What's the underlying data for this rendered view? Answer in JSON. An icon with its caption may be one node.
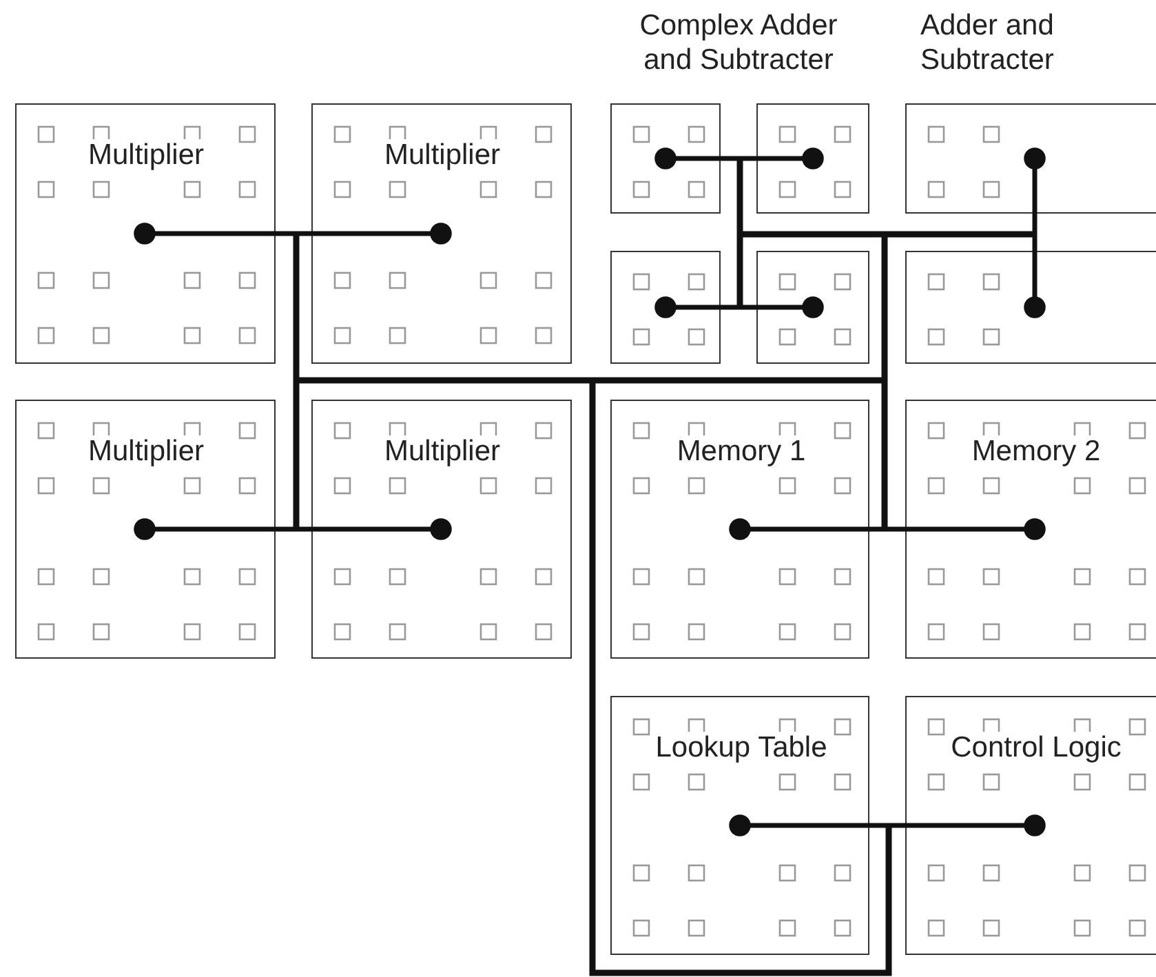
{
  "diagram": {
    "nodes": [
      {
        "text": [
          "Multiplier"
        ]
      },
      {
        "text": [
          "Multiplier"
        ]
      },
      {
        "text": [],
        "shape": "box"
      },
      {
        "text": [],
        "shape": "box"
      },
      {
        "text": [],
        "shape": "box"
      },
      {
        "text": [],
        "shape": "box"
      },
      {
        "text": [],
        "shape": "box"
      },
      {
        "text": [],
        "shape": "box"
      },
      {
        "text": [
          "Multiplier"
        ]
      },
      {
        "text": [
          "Multiplier"
        ]
      },
      {
        "text": [
          "Memory 1"
        ]
      },
      {
        "text": [
          "Memory 2"
        ]
      },
      {
        "text": [
          "Lookup Table"
        ]
      },
      {
        "text": [
          "Control Logic"
        ]
      }
    ],
    "edges": [
      {
        "from": 0,
        "to": 1,
        "arrow": "other"
      },
      {
        "from": 2,
        "to": 3,
        "arrow": "other"
      },
      {
        "from": 4,
        "to": 7,
        "arrow": "other"
      },
      {
        "from": 5,
        "to": 6,
        "arrow": "other"
      },
      {
        "from": 8,
        "to": 9,
        "arrow": "other"
      },
      {
        "from": 10,
        "to": 11,
        "arrow": "other"
      },
      {
        "from": 12,
        "to": 13,
        "arrow": "other"
      }
    ],
    "labels": [
      "Complex Adder and Subtracter",
      "Adder and Subtracter"
    ]
  }
}
